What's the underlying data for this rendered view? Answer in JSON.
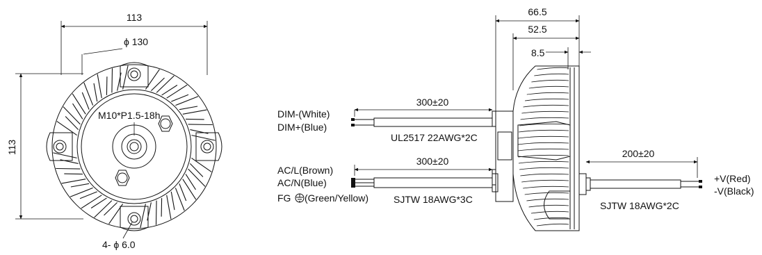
{
  "front_view": {
    "width_dim": "113",
    "height_dim": "113",
    "outer_diameter": "ϕ 130",
    "thread_label": "M10*P1.5-18h",
    "hole_label": "4- ϕ 6.0"
  },
  "side_view": {
    "dim_total": "66.5",
    "dim_body": "52.5",
    "dim_lip": "8.5",
    "dim_input_cable1": "300±20",
    "dim_input_cable2": "300±20",
    "dim_output_cable": "200±20"
  },
  "cables": {
    "dim_minus": "DIM-(White)",
    "dim_plus": "DIM+(Blue)",
    "dim_cable_spec": "UL2517 22AWG*2C",
    "ac_l": "AC/L(Brown)",
    "ac_n": "AC/N(Blue)",
    "fg_prefix": "FG",
    "fg_suffix": "(Green/Yellow)",
    "ac_cable_spec": "SJTW 18AWG*3C",
    "v_plus": "+V(Red)",
    "v_minus": "-V(Black)",
    "out_cable_spec": "SJTW 18AWG*2C"
  }
}
